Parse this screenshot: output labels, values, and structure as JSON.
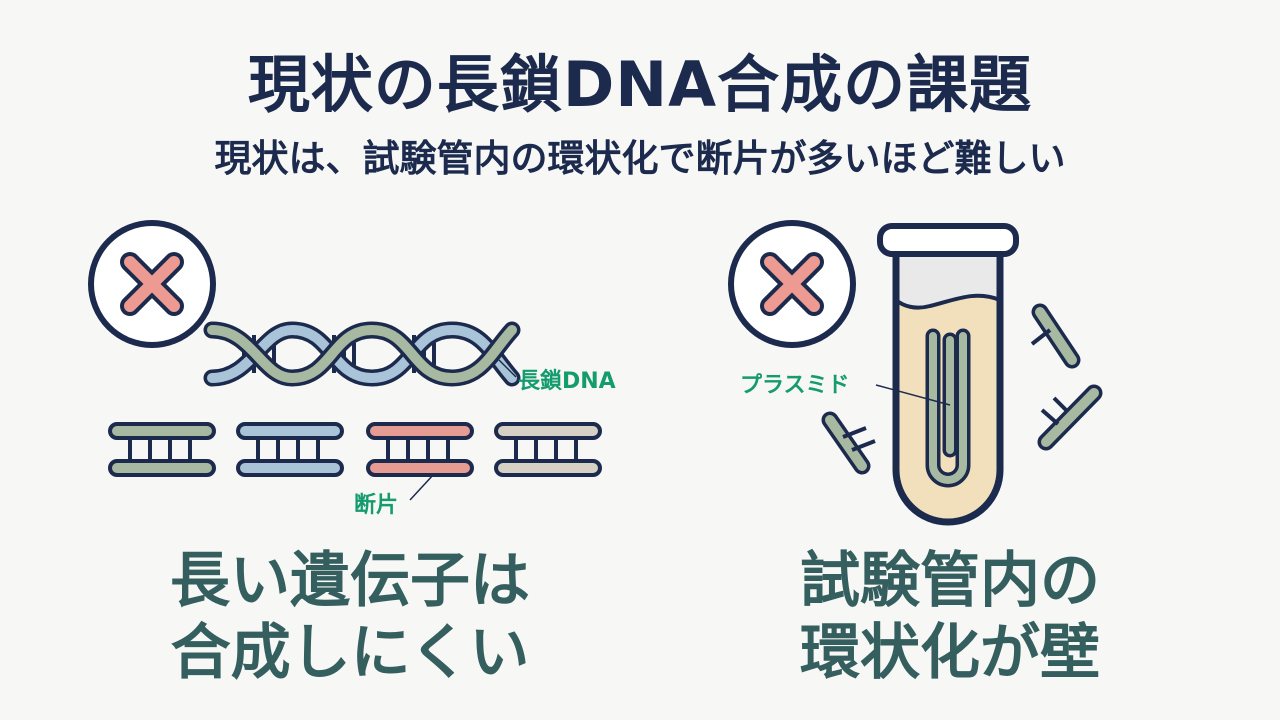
{
  "title": "現状の長鎖DNA合成の課題",
  "subtitle": "現状は、試験管内の環状化で断片が多いほど難しい",
  "left_panel": {
    "icon": "cross-icon",
    "labels": {
      "long_dna": "長鎖DNA",
      "fragment": "断片"
    },
    "caption": {
      "line1": "長い遺伝子は",
      "line2": "合成しにくい"
    }
  },
  "right_panel": {
    "icon": "cross-icon",
    "labels": {
      "plasmid": "プラスミド"
    },
    "caption": {
      "line1": "試験管内の",
      "line2": "環状化が壁"
    }
  },
  "colors": {
    "outline": "#1c2b4d",
    "cross": "#ec9a92",
    "strand_green": "#a8b9a2",
    "strand_blue": "#a9c4d8",
    "strand_red": "#e69b93",
    "strand_beige": "#d6d1c4",
    "tube_fill": "#f2e0bd",
    "label_green": "#149b6e",
    "caption": "#355f5f"
  }
}
